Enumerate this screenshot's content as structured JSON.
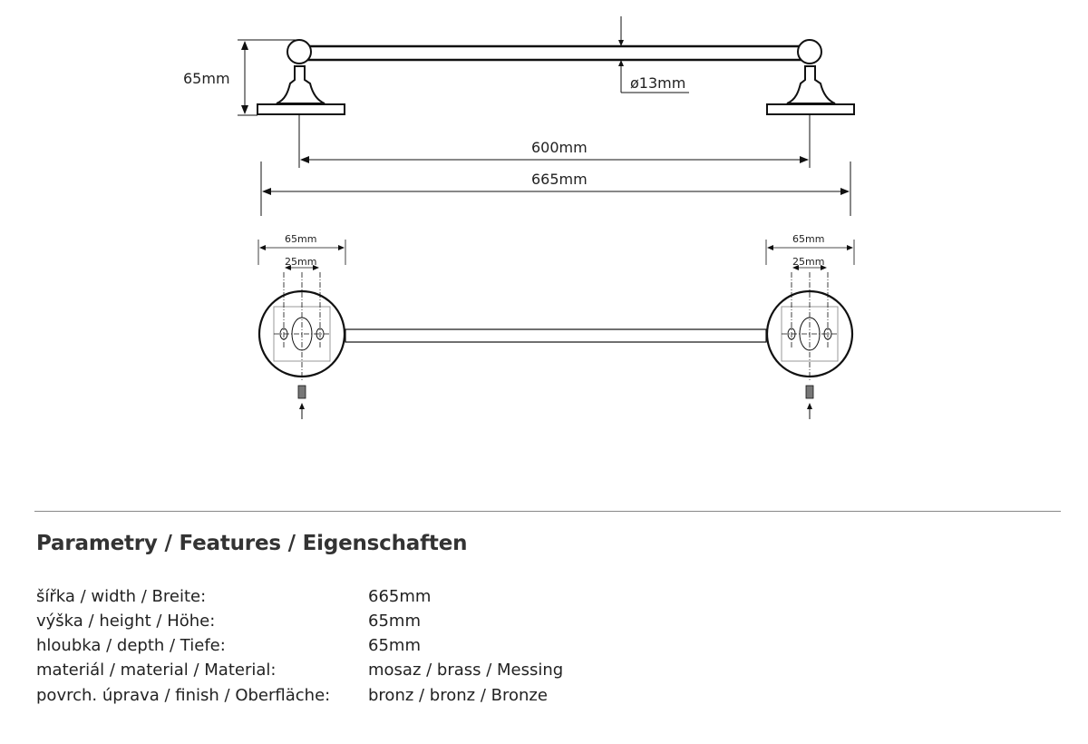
{
  "drawing": {
    "height_label": "65mm",
    "diameter_label": "ø13mm",
    "inner_width_label": "600mm",
    "total_width_label": "665mm",
    "left_plate_width_label": "65mm",
    "left_hole_spacing_label": "25mm",
    "right_plate_width_label": "65mm",
    "right_hole_spacing_label": "25mm"
  },
  "features": {
    "title": "Parametry / Features / Eigenschaften",
    "rows": [
      {
        "label": "šířka / width / Breite:",
        "value": "665mm"
      },
      {
        "label": "výška / height / Höhe:",
        "value": "65mm"
      },
      {
        "label": "hloubka / depth / Tiefe:",
        "value": "65mm"
      },
      {
        "label": "materiál / material / Material:",
        "value": "mosaz / brass / Messing"
      },
      {
        "label": "povrch. úprava / finish / Oberfläche:",
        "value": "bronz / bronz / Bronze"
      }
    ]
  }
}
